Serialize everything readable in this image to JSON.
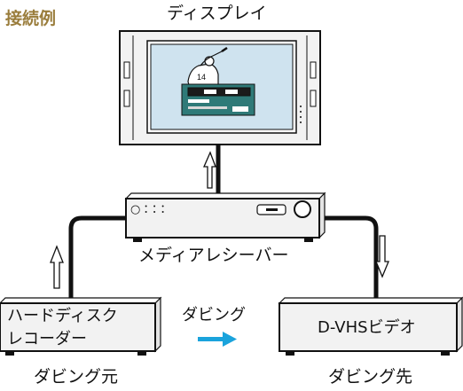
{
  "heading": "接続例",
  "display_label": "ディスプレイ",
  "receiver_label": "メディアレシーバー",
  "hdd_label": "ハードディスク\nレコーダー",
  "dvhs_label": "D-VHSビデオ",
  "dubbing_label": "ダビング",
  "source_label": "ダビング元",
  "target_label": "ダビング先",
  "receiver_panel_text": "○：：：",
  "colors": {
    "heading": "#9a7d3c",
    "screen_bg": "#cfe3ef",
    "dubbing_arrow": "#1aa3dc",
    "device_fill": "#f2f2f2",
    "outline": "#000000"
  }
}
